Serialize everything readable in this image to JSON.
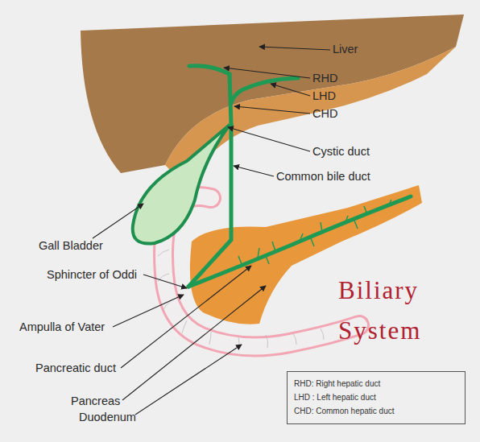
{
  "diagram": {
    "title": "Biliary System",
    "labels": [
      "Liver",
      "RHD",
      "LHD",
      "CHD",
      "Cystic duct",
      "Common bile duct",
      "Gall Bladder",
      "Sphincter of Oddi",
      "Ampulla of Vater",
      "Pancreatic duct",
      "Pancreas",
      "Duodenum"
    ],
    "legend": [
      {
        "text": "RHD: Right hepatic duct"
      },
      {
        "text": "LHD : Left hepatic duct"
      },
      {
        "text": "CHD: Common hepatic duct"
      }
    ]
  }
}
